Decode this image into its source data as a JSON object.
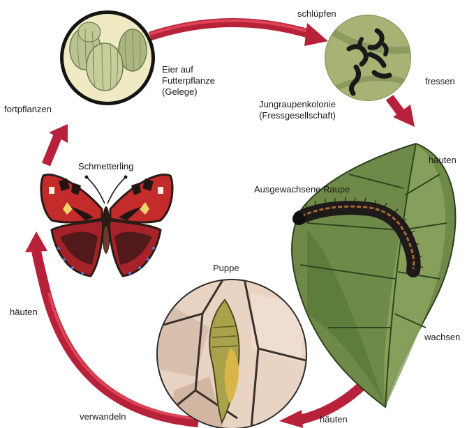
{
  "colors": {
    "arrow": "#c8283c",
    "arrow_dark": "#8e1424",
    "leaf_dark": "#4f6f3a",
    "leaf_light": "#8ba35f",
    "egg_bg": "#efe9c4",
    "larvae_bg": "#9fae6c",
    "pupa_bg": "#e8d2c2",
    "butterfly_red": "#c42b2b",
    "butterfly_dark": "#2b1b16"
  },
  "labels": {
    "schluepfen": "schlüpfen",
    "eggs_line1": "Eier auf",
    "eggs_line2": "Futterpflanze",
    "eggs_line3": "(Gelege)",
    "fressen": "fressen",
    "colony_line1": "Jungraupenkolonie",
    "colony_line2": "(Fressgesellschaft)",
    "haeuten_top": "häuten",
    "fortpflanzen": "fortpflanzen",
    "schmetterling": "Schmetterling",
    "raupe": "Ausgewachsene Raupe",
    "puppe": "Puppe",
    "haeuten_left": "häuten",
    "wachsen": "wachsen",
    "verwandeln": "verwandeln",
    "haeuten_bottom": "häuten"
  },
  "icons": {
    "eggs": "egg-cluster-icon",
    "larvae": "young-caterpillars-icon",
    "caterpillar": "caterpillar-icon",
    "leaf": "leaf-icon",
    "pupa": "pupa-icon",
    "butterfly": "butterfly-icon"
  }
}
